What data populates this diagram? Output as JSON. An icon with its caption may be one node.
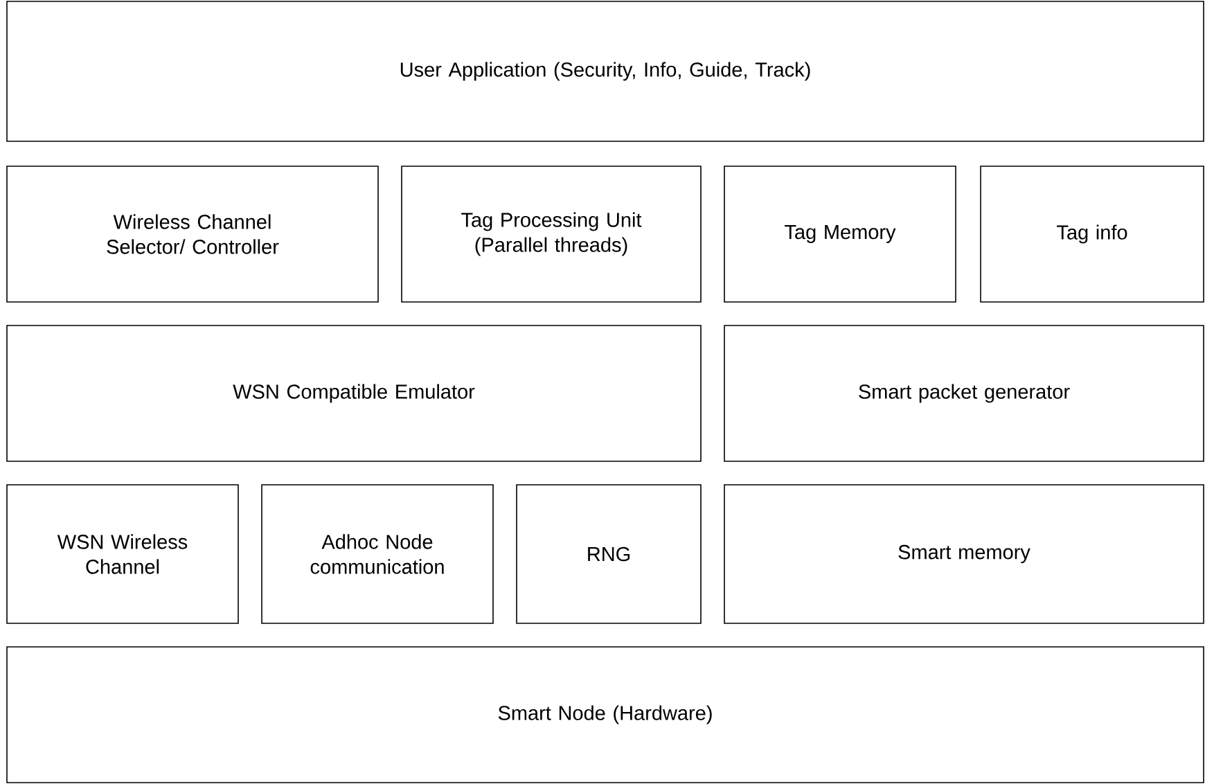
{
  "diagram": {
    "nodes": [
      {
        "text": [
          "User Application (Security, Info, Guide, Track)"
        ]
      },
      {
        "text": [
          "Wireless Channel Selector/ Controller"
        ]
      },
      {
        "text": [
          "Tag Processing Unit (Parallel threads)"
        ]
      },
      {
        "text": [
          "Tag Memory"
        ]
      },
      {
        "text": [
          "Tag info"
        ]
      },
      {
        "text": [
          "WSN Compatible Emulator"
        ]
      },
      {
        "text": [
          "Smart packet generator"
        ]
      },
      {
        "text": [
          "WSN Wireless Channel"
        ]
      },
      {
        "text": [
          "Adhoc Node communication"
        ]
      },
      {
        "text": [
          "RNG"
        ]
      },
      {
        "text": [
          "Smart memory"
        ]
      },
      {
        "text": [
          "Smart Node (Hardware)"
        ]
      }
    ]
  }
}
